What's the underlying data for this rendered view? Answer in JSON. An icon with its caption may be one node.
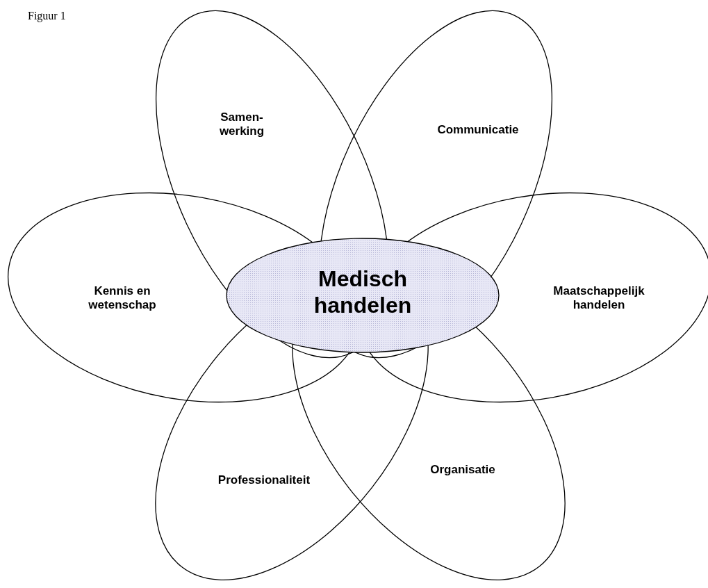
{
  "diagram": {
    "title": "Figuur 1",
    "nodes": [
      {
        "text": [
          "Samen- werking"
        ]
      },
      {
        "text": [
          "Communicatie"
        ]
      },
      {
        "text": [
          "Kennis en wetenschap"
        ]
      },
      {
        "text": [
          "Medisch handelen"
        ]
      },
      {
        "text": [
          "Maatschappelijk handelen"
        ]
      },
      {
        "text": [
          "Professionaliteit"
        ]
      },
      {
        "text": [
          "Organisatie"
        ]
      }
    ]
  }
}
